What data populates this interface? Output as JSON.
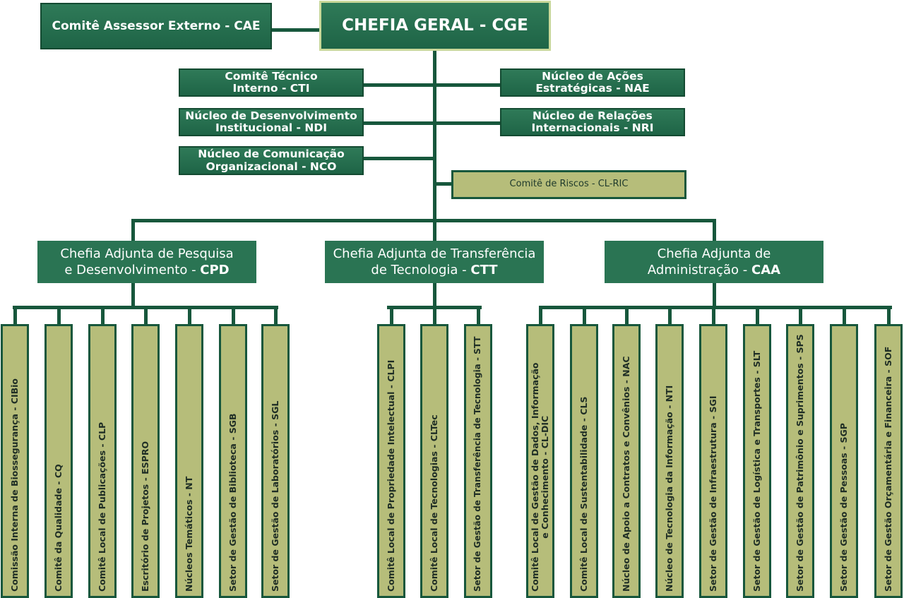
{
  "chefia_geral": "CHEFIA GERAL - CGE",
  "cae": "Comitê Assessor Externo - CAE",
  "cti": "Comitê Técnico\nInterno - CTI",
  "nae": "Núcleo de Ações\nEstratégicas - NAE",
  "ndi": "Núcleo de Desenvolvimento\nInstitucional - NDI",
  "nri": "Núcleo de Relações\nInternacionais - NRI",
  "nco": "Núcleo de Comunicação\nOrganizacional - NCO",
  "clric": "Comitê de Riscos - CL-RIC",
  "cpd": {
    "text": "Chefia Adjunta de Pesquisa\ne Desenvolvimento - ",
    "acronym": "CPD"
  },
  "ctt": {
    "text": "Chefia Adjunta de Transferência\nde Tecnologia - ",
    "acronym": "CTT"
  },
  "caa": {
    "text": "Chefia Adjunta de\nAdministração - ",
    "acronym": "CAA"
  },
  "cpd_units": [
    "Comissão Interna de Biossegurança - CIBio",
    "Comitê da Qualidade - CQ",
    "Comitê Local de Publicações - CLP",
    "Escritório de Projetos - ESPRO",
    "Núcleos Temáticos - NT",
    "Setor de Gestão de Biblioteca - SGB",
    "Setor de Gestão de Laboratórios - SGL"
  ],
  "ctt_units": [
    "Comitê Local de Propriedade Intelectual - CLPI",
    "Comitê Local de Tecnologias - CLTec",
    "Setor de Gestão de Transferência de Tecnologia - STT"
  ],
  "caa_units": [
    "Comitê Local de Gestão de Dados, Informação\ne Conhecimento - CL-DIC",
    "Comitê Local de Sustentabilidade - CLS",
    "Núcleo de Apoio a Contratos e Convênios - NAC",
    "Núcleo de Tecnologia da Informação - NTI",
    "Setor de Gestão de Infraestrutura - SGI",
    "Setor de Gestão de Logística e Transportes - SLT",
    "Setor de Gestão de Patrimônio e Suprimentos - SPS",
    "Setor de Gestão de Pessoas - SGP",
    "Setor de Gestão Orçamentária e Financeira - SOF"
  ],
  "colors": {
    "dark_green": "#1e6446",
    "light_olive": "#b6bd7a",
    "line": "#17573c"
  }
}
